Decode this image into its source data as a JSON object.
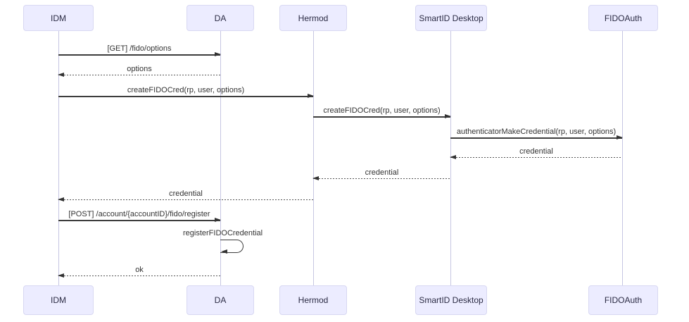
{
  "diagram": {
    "type": "sequence",
    "actors": [
      {
        "id": "idm",
        "label": "IDM"
      },
      {
        "id": "da",
        "label": "DA"
      },
      {
        "id": "hermod",
        "label": "Hermod"
      },
      {
        "id": "smartid-desktop",
        "label": "SmartID Desktop"
      },
      {
        "id": "fidoauth",
        "label": "FIDOAuth"
      }
    ],
    "messages": [
      {
        "from": "IDM",
        "to": "DA",
        "text": "[GET] /fido/options",
        "line": "solid",
        "direction": "right"
      },
      {
        "from": "DA",
        "to": "IDM",
        "text": "options",
        "line": "dashed",
        "direction": "left"
      },
      {
        "from": "IDM",
        "to": "Hermod",
        "text": "createFIDOCred(rp, user, options)",
        "line": "solid",
        "direction": "right"
      },
      {
        "from": "Hermod",
        "to": "SmartID Desktop",
        "text": "createFIDOCred(rp, user, options)",
        "line": "solid",
        "direction": "right"
      },
      {
        "from": "SmartID Desktop",
        "to": "FIDOAuth",
        "text": "authenticatorMakeCredential(rp, user, options)",
        "line": "solid",
        "direction": "right"
      },
      {
        "from": "FIDOAuth",
        "to": "SmartID Desktop",
        "text": "credential",
        "line": "dashed",
        "direction": "left"
      },
      {
        "from": "SmartID Desktop",
        "to": "Hermod",
        "text": "credential",
        "line": "dashed",
        "direction": "left"
      },
      {
        "from": "Hermod",
        "to": "IDM",
        "text": "credential",
        "line": "dashed",
        "direction": "left"
      },
      {
        "from": "IDM",
        "to": "DA",
        "text": "[POST] /account/{accountID}/fido/register",
        "line": "solid",
        "direction": "right"
      },
      {
        "from": "DA",
        "to": "DA",
        "text": "registerFIDOCredential",
        "line": "self-loop",
        "direction": "self"
      },
      {
        "from": "DA",
        "to": "IDM",
        "text": "ok",
        "line": "dashed",
        "direction": "left"
      }
    ],
    "colors": {
      "actor_fill": "#ECECFF",
      "actor_border": "#d8d8f2",
      "lifeline": "#c6c6e2",
      "arrow": "#333333",
      "text": "#333333",
      "background": "#ffffff"
    }
  }
}
